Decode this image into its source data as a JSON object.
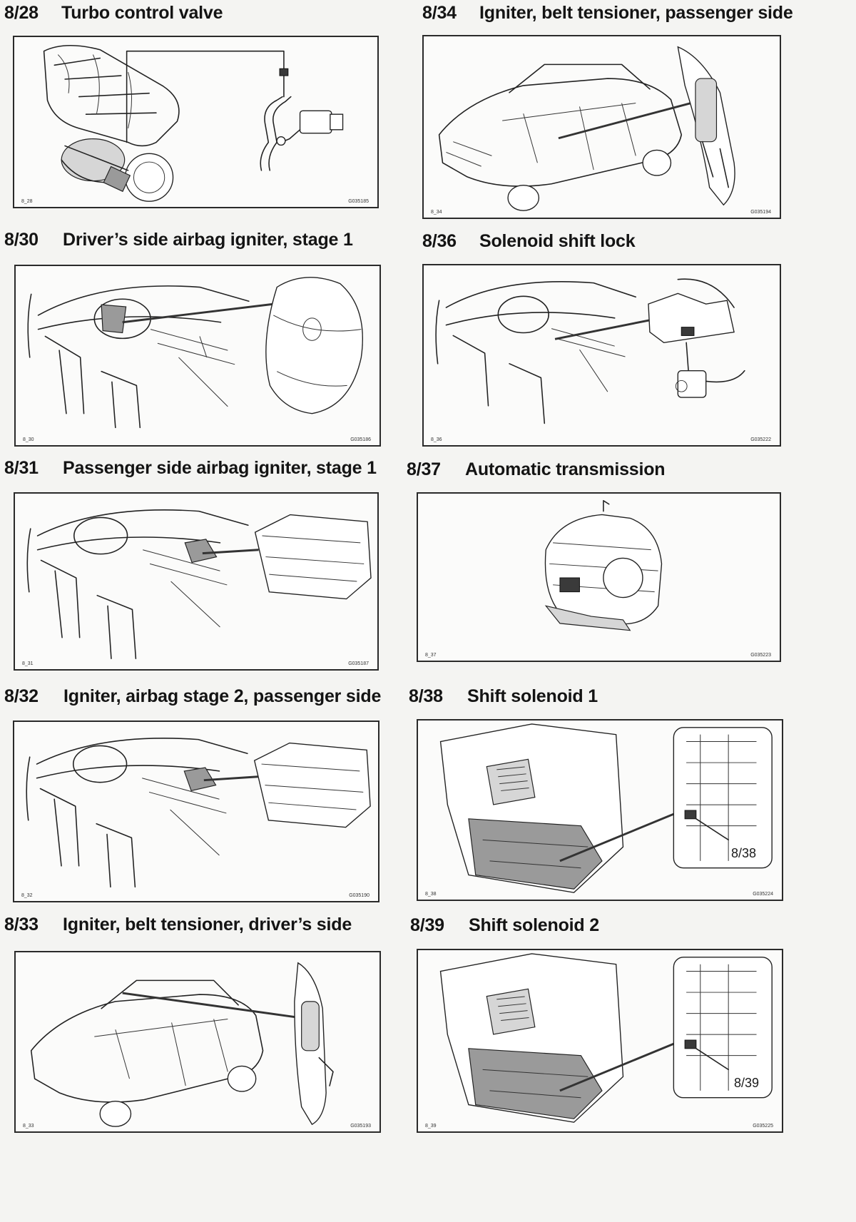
{
  "entries": [
    {
      "code": "8/28",
      "title": "Turbo control valve",
      "fig_id": "8_28",
      "fig_code": "G035185"
    },
    {
      "code": "8/34",
      "title": "Igniter, belt tensioner, passenger side",
      "fig_id": "8_34",
      "fig_code": "G035194"
    },
    {
      "code": "8/30",
      "title": "Driver’s side airbag igniter, stage 1",
      "fig_id": "8_30",
      "fig_code": "G035186"
    },
    {
      "code": "8/36",
      "title": "Solenoid shift lock",
      "fig_id": "8_36",
      "fig_code": "G035222"
    },
    {
      "code": "8/31",
      "title": "Passenger side airbag igniter, stage 1",
      "fig_id": "8_31",
      "fig_code": "G035187"
    },
    {
      "code": "8/37",
      "title": "Automatic transmission",
      "fig_id": "8_37",
      "fig_code": "G035223"
    },
    {
      "code": "8/32",
      "title": "Igniter, airbag stage 2, passenger side",
      "fig_id": "8_32",
      "fig_code": "G035190"
    },
    {
      "code": "8/38",
      "title": "Shift solenoid 1",
      "fig_id": "8_38",
      "fig_code": "G035224",
      "callout": "8/38"
    },
    {
      "code": "8/33",
      "title": "Igniter, belt tensioner, driver’s side",
      "fig_id": "8_33",
      "fig_code": "G035193"
    },
    {
      "code": "8/39",
      "title": "Shift solenoid 2",
      "fig_id": "8_39",
      "fig_code": "G035225",
      "callout": "8/39"
    }
  ]
}
